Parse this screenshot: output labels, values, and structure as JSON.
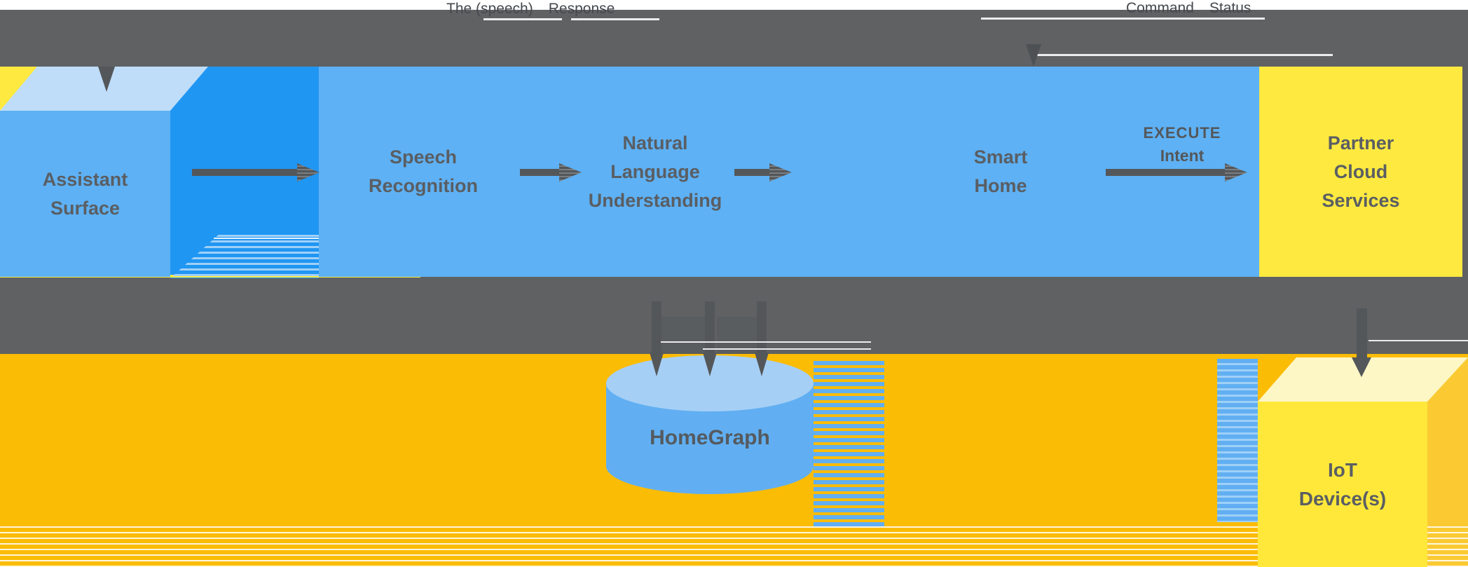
{
  "top_labels": {
    "left_primary": "The (speech)",
    "left_secondary": "Response",
    "right_primary": "Command",
    "right_secondary": "Status"
  },
  "assistant_surface": {
    "lines": [
      "Assistant",
      "Surface"
    ]
  },
  "google_assistant": {
    "speech_recognition": {
      "lines": [
        "Speech",
        "Recognition"
      ]
    },
    "natural_language_understanding": {
      "lines": [
        "Natural",
        "Language",
        "Understanding"
      ]
    },
    "smart_home": {
      "lines": [
        "Smart",
        "Home"
      ]
    },
    "execute_arrow": {
      "line1": "EXECUTE",
      "line2": "Intent"
    }
  },
  "partner_cloud": {
    "lines": [
      "Partner",
      "Cloud",
      "Services"
    ]
  },
  "homegraph": {
    "label": "HomeGraph"
  },
  "iot_device": {
    "lines": [
      "IoT",
      "Device(s)"
    ]
  },
  "colors": {
    "band_gray": "#5F6163",
    "arrow_dark": "#54575A",
    "box_blue": "#5EB1F4",
    "saturated_blue": "#2096F3",
    "pale_blue": "#BFDDF9",
    "cylinder_top": "#A6CFF5",
    "cylinder_body": "#61AFF2",
    "partner_yellow": "#FDE940",
    "iot_front_yellow": "#FFE83A",
    "iot_top_cream": "#FDF7C5",
    "iot_side_amber": "#FBCA33",
    "background_amber": "#FBBC05",
    "text_gray": "#5A5E63"
  }
}
